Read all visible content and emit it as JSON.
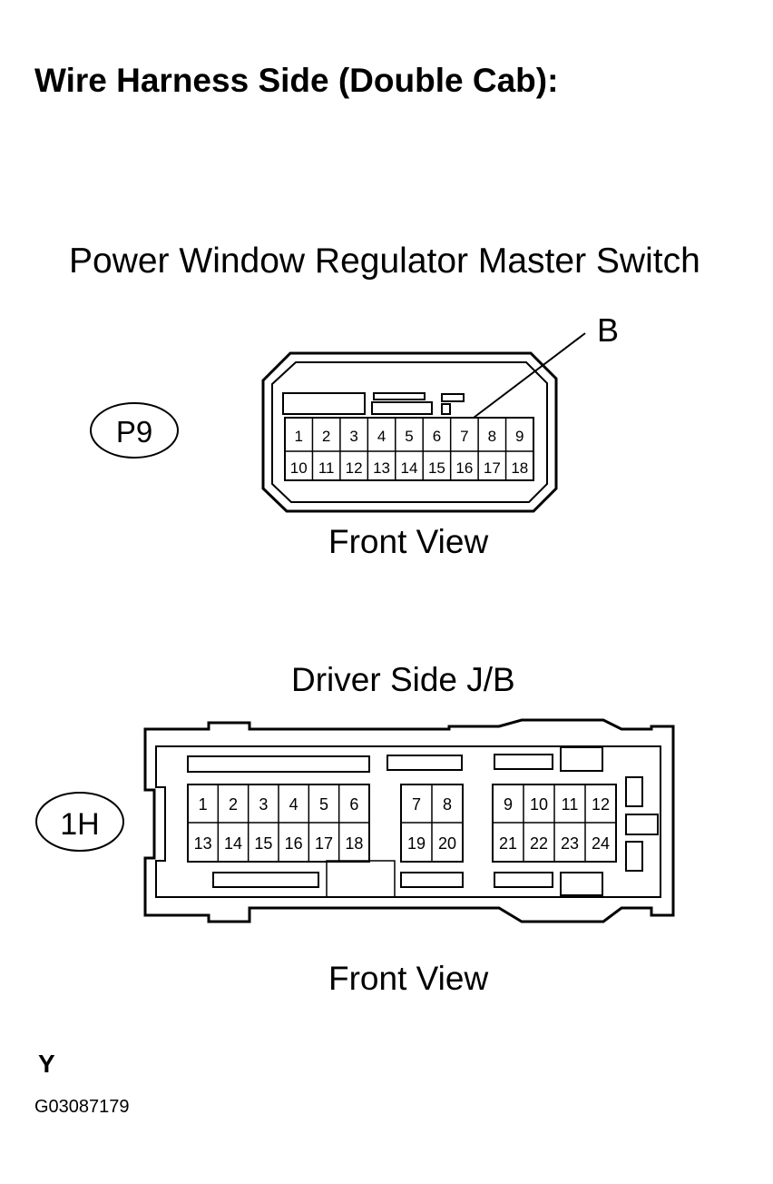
{
  "page_title": "Wire Harness Side (Double Cab):",
  "connector_p9": {
    "name": "Power Window Regulator Master Switch",
    "id": "P9",
    "callout": "B",
    "view": "Front View",
    "top_row": [
      "1",
      "2",
      "3",
      "4",
      "5",
      "6",
      "7",
      "8",
      "9"
    ],
    "bottom_row": [
      "10",
      "11",
      "12",
      "13",
      "14",
      "15",
      "16",
      "17",
      "18"
    ]
  },
  "connector_1h": {
    "name": "Driver Side J/B",
    "id": "1H",
    "view": "Front View",
    "left_top": [
      "1",
      "2",
      "3",
      "4",
      "5",
      "6"
    ],
    "left_bottom": [
      "13",
      "14",
      "15",
      "16",
      "17",
      "18"
    ],
    "mid_top": [
      "7",
      "8"
    ],
    "mid_bottom": [
      "19",
      "20"
    ],
    "right_top": [
      "9",
      "10",
      "11",
      "12"
    ],
    "right_bottom": [
      "21",
      "22",
      "23",
      "24"
    ]
  },
  "footer": {
    "mark": "Y",
    "figure_id": "G03087179"
  }
}
